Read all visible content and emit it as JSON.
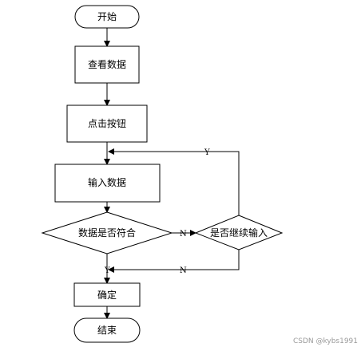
{
  "flowchart": {
    "nodes": {
      "start": "开始",
      "view_data": "查看数据",
      "click_button": "点击按钮",
      "input_data": "输入数据",
      "data_match": "数据是否符合",
      "continue_input": "是否继续输入",
      "confirm": "确定",
      "end": "结束"
    },
    "edge_labels": {
      "match_no": "N",
      "match_yes": "Y",
      "continue_yes": "Y",
      "continue_no": "N"
    }
  },
  "watermark": "CSDN @kybs1991"
}
